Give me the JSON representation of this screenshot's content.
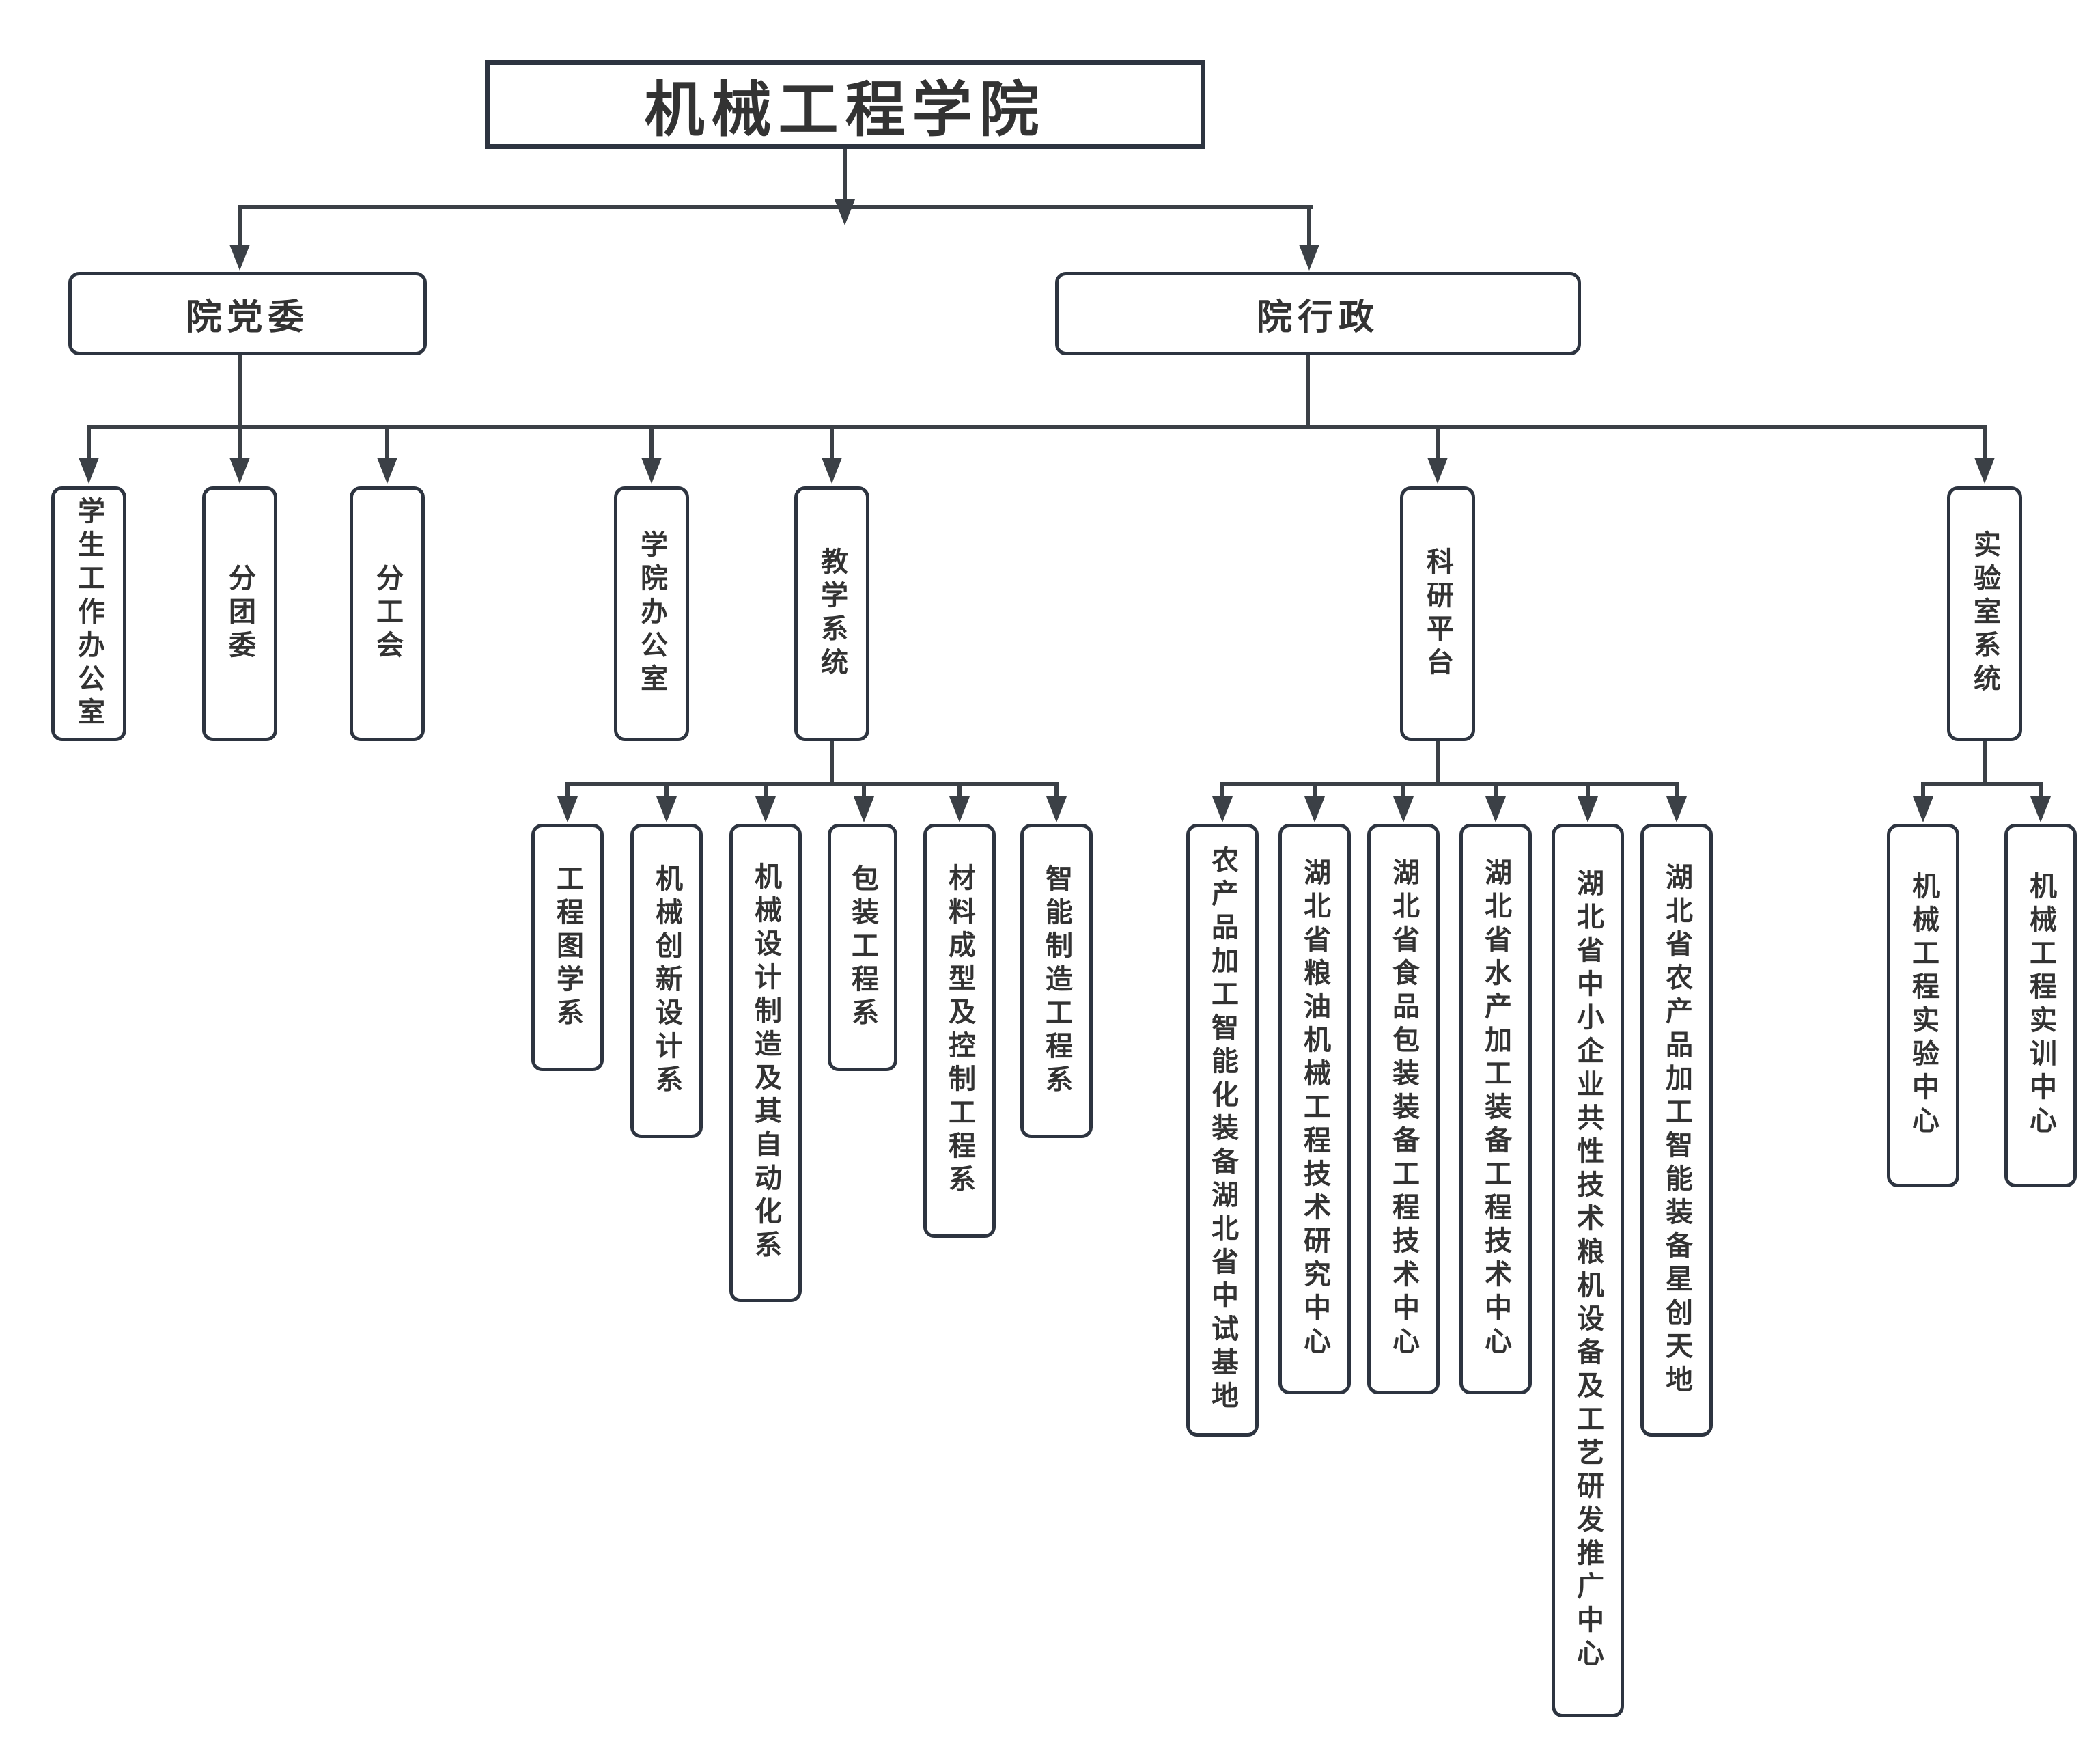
{
  "page_title": "机械工程学院组织机构图",
  "colors": {
    "background": "#ffffff",
    "box_border": "#2d3440",
    "connector_line": "#3b4046",
    "text": "#333333"
  },
  "org_chart": {
    "root": "机械工程学院",
    "level2": [
      "院党委",
      "院行政"
    ],
    "level3": [
      "学生工作办公室",
      "分团委",
      "分工会",
      "学院办公室",
      "教学系统",
      "科研平台",
      "实验室系统"
    ],
    "level4_groups": [
      {
        "parent": "教学系统",
        "children": [
          "工程图学系",
          "机械创新设计系",
          "机械设计制造及其自动化系",
          "包装工程系",
          "材料成型及控制工程系",
          "智能制造工程系"
        ]
      },
      {
        "parent": "科研平台",
        "children": [
          "农产品加工智能化装备湖北省中试基地",
          "湖北省粮油机械工程技术研究中心",
          "湖北省食品包装装备工程技术中心",
          "湖北省水产加工装备工程技术中心",
          "湖北省中小企业共性技术粮机设备及工艺研发推广中心",
          "湖北省农产品加工智能装备星创天地"
        ]
      },
      {
        "parent": "实验室系统",
        "children": [
          "机械工程实验中心",
          "机械工程实训中心"
        ]
      }
    ]
  }
}
